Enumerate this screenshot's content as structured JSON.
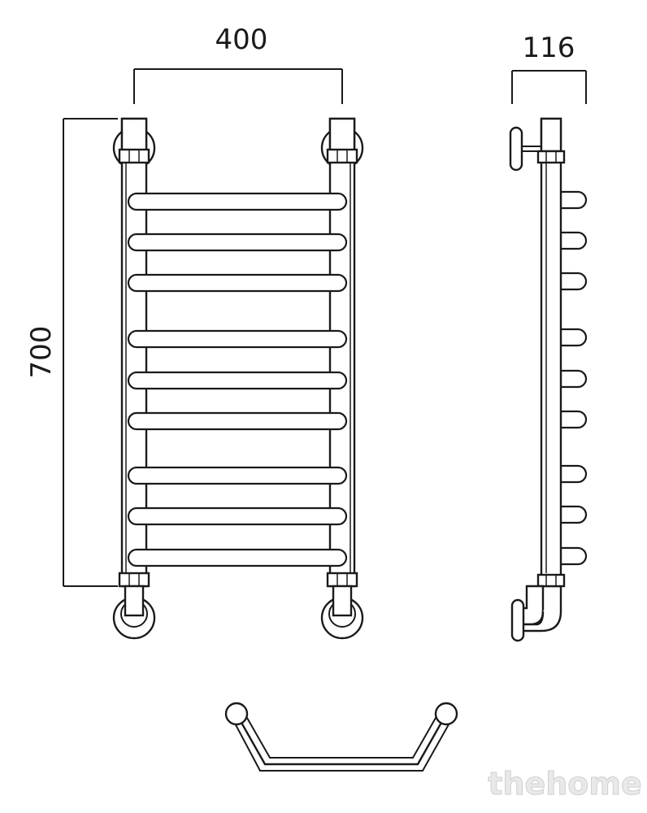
{
  "dimensions": {
    "width": "400",
    "height": "700",
    "depth": "116"
  },
  "front_view": {
    "crossbar_count": 9
  },
  "side_view": {
    "shelf_count": 9
  },
  "watermark": "thehome"
}
